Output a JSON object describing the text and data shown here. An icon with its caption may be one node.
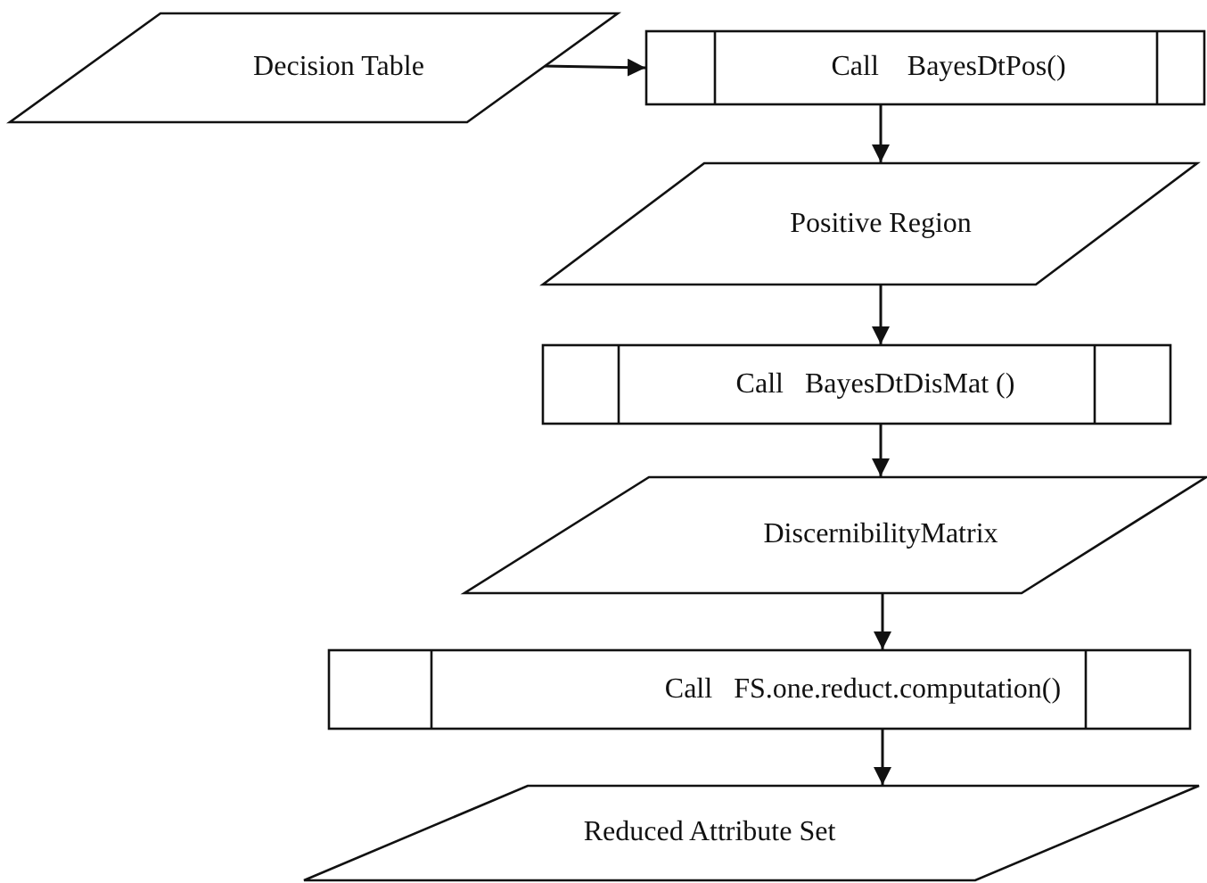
{
  "diagram": {
    "nodes": [
      {
        "text": [
          "Decision Table"
        ]
      },
      {
        "text": [
          "Call    BayesDtPos()"
        ]
      },
      {
        "text": [
          "Positive Region"
        ]
      },
      {
        "text": [
          "Call   BayesDtDisMat ()"
        ]
      },
      {
        "text": [
          "DiscernibilityMatrix"
        ]
      },
      {
        "text": [
          "Call   FS.one.reduct.computation()"
        ]
      },
      {
        "text": [
          "Reduced Attribute Set"
        ]
      }
    ],
    "edges": [
      {
        "from": 0,
        "to": 1,
        "arrow": "to"
      },
      {
        "from": 1,
        "to": 2,
        "arrow": "to"
      },
      {
        "from": 2,
        "to": 3,
        "arrow": "to"
      },
      {
        "from": 3,
        "to": 4,
        "arrow": "to"
      },
      {
        "from": 4,
        "to": 5,
        "arrow": "to"
      },
      {
        "from": 5,
        "to": 6,
        "arrow": "to"
      }
    ]
  }
}
